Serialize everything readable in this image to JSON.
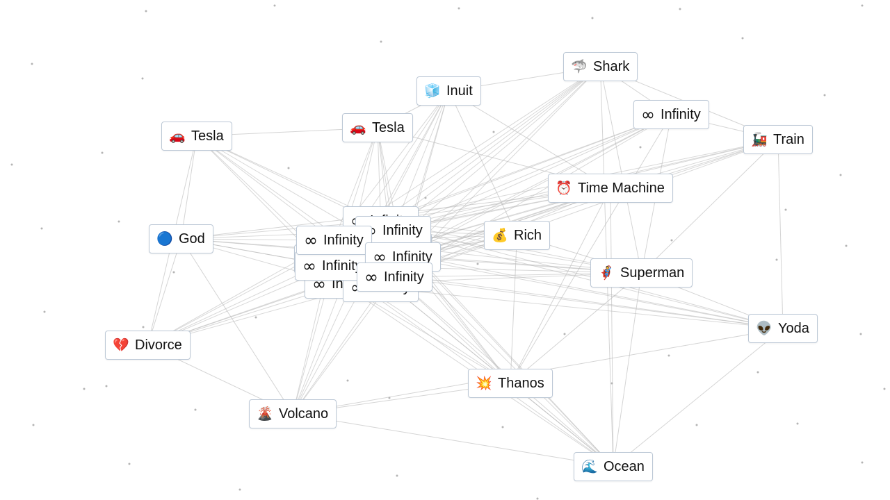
{
  "canvas": {
    "background": "#ffffff",
    "edge_color": "#b8b8b8",
    "border_color": "#bcc8d6"
  },
  "items": [
    {
      "id": "tesla-1",
      "text": "Tesla",
      "emoji": "🚗",
      "icon": "car-icon"
    },
    {
      "id": "tesla-2",
      "text": "Tesla",
      "emoji": "🚗",
      "icon": "car-icon"
    },
    {
      "id": "inuit",
      "text": "Inuit",
      "emoji": "🧊",
      "icon": "ice-cube-icon"
    },
    {
      "id": "shark",
      "text": "Shark",
      "emoji": "🦈",
      "icon": "shark-icon"
    },
    {
      "id": "infinity-top",
      "text": "Infinity",
      "emoji": "∞",
      "icon": "infinity-icon"
    },
    {
      "id": "train",
      "text": "Train",
      "emoji": "🚂",
      "icon": "train-icon"
    },
    {
      "id": "time-machine",
      "text": "Time Machine",
      "emoji": "⏰",
      "icon": "alarm-clock-icon"
    },
    {
      "id": "god",
      "text": "God",
      "emoji": "🔵",
      "icon": "god-icon"
    },
    {
      "id": "rich",
      "text": "Rich",
      "emoji": "💰",
      "icon": "money-bag-icon"
    },
    {
      "id": "superman",
      "text": "Superman",
      "emoji": "🦸",
      "icon": "superhero-icon"
    },
    {
      "id": "yoda",
      "text": "Yoda",
      "emoji": "👽",
      "icon": "alien-icon"
    },
    {
      "id": "divorce",
      "text": "Divorce",
      "emoji": "💔",
      "icon": "broken-heart-icon"
    },
    {
      "id": "thanos",
      "text": "Thanos",
      "emoji": "💥",
      "icon": "explosion-icon"
    },
    {
      "id": "volcano",
      "text": "Volcano",
      "emoji": "🌋",
      "icon": "volcano-icon"
    },
    {
      "id": "ocean",
      "text": "Ocean",
      "emoji": "🌊",
      "icon": "wave-icon"
    },
    {
      "id": "stack-back-1",
      "text": "Infinity",
      "emoji": "∞",
      "icon": "infinity-icon"
    },
    {
      "id": "stack-back-2",
      "text": "Infinity",
      "emoji": "∞",
      "icon": "infinity-icon"
    },
    {
      "id": "stack-back-3",
      "text": "Infinity",
      "emoji": "∞",
      "icon": "infinity-icon"
    },
    {
      "id": "stack-back-4",
      "text": "Infinity",
      "emoji": "∞",
      "icon": "infinity-icon"
    },
    {
      "id": "stack-back-5",
      "text": "Infinity",
      "emoji": "∞",
      "icon": "infinity-icon"
    },
    {
      "id": "stack-b",
      "text": "Infinity",
      "emoji": "∞",
      "icon": "infinity-icon"
    },
    {
      "id": "stack-c",
      "text": "Infinity",
      "emoji": "∞",
      "icon": "infinity-icon"
    },
    {
      "id": "stack-a",
      "text": "Infinity",
      "emoji": "∞",
      "icon": "infinity-icon"
    },
    {
      "id": "stack-d",
      "text": "Infinity",
      "emoji": "∞",
      "icon": "infinity-icon"
    },
    {
      "id": "stack-e",
      "text": "Infinity",
      "emoji": "∞",
      "icon": "infinity-icon"
    },
    {
      "id": "stack-f",
      "text": "Infinity",
      "emoji": "∞",
      "icon": "infinity-icon"
    }
  ]
}
